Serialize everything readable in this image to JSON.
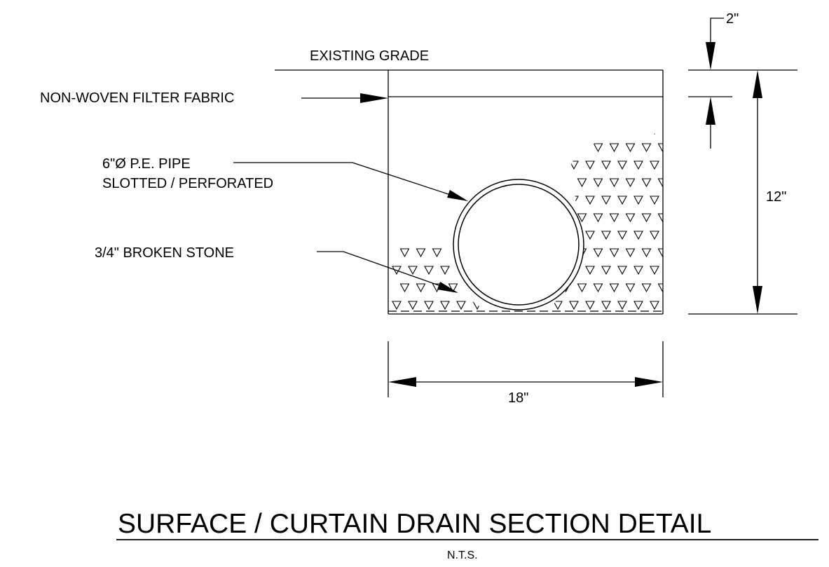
{
  "labels": {
    "existing_grade": "EXISTING GRADE",
    "filter_fabric": "NON-WOVEN FILTER FABRIC",
    "pipe_line1": "6\"Ø P.E. PIPE",
    "pipe_line2": "SLOTTED / PERFORATED",
    "stone": "3/4\" BROKEN STONE"
  },
  "dimensions": {
    "fabric_depth": "2\"",
    "trench_depth": "12\"",
    "trench_width": "18\""
  },
  "title": {
    "main": "SURFACE / CURTAIN DRAIN SECTION DETAIL",
    "scale": "N.T.S."
  }
}
